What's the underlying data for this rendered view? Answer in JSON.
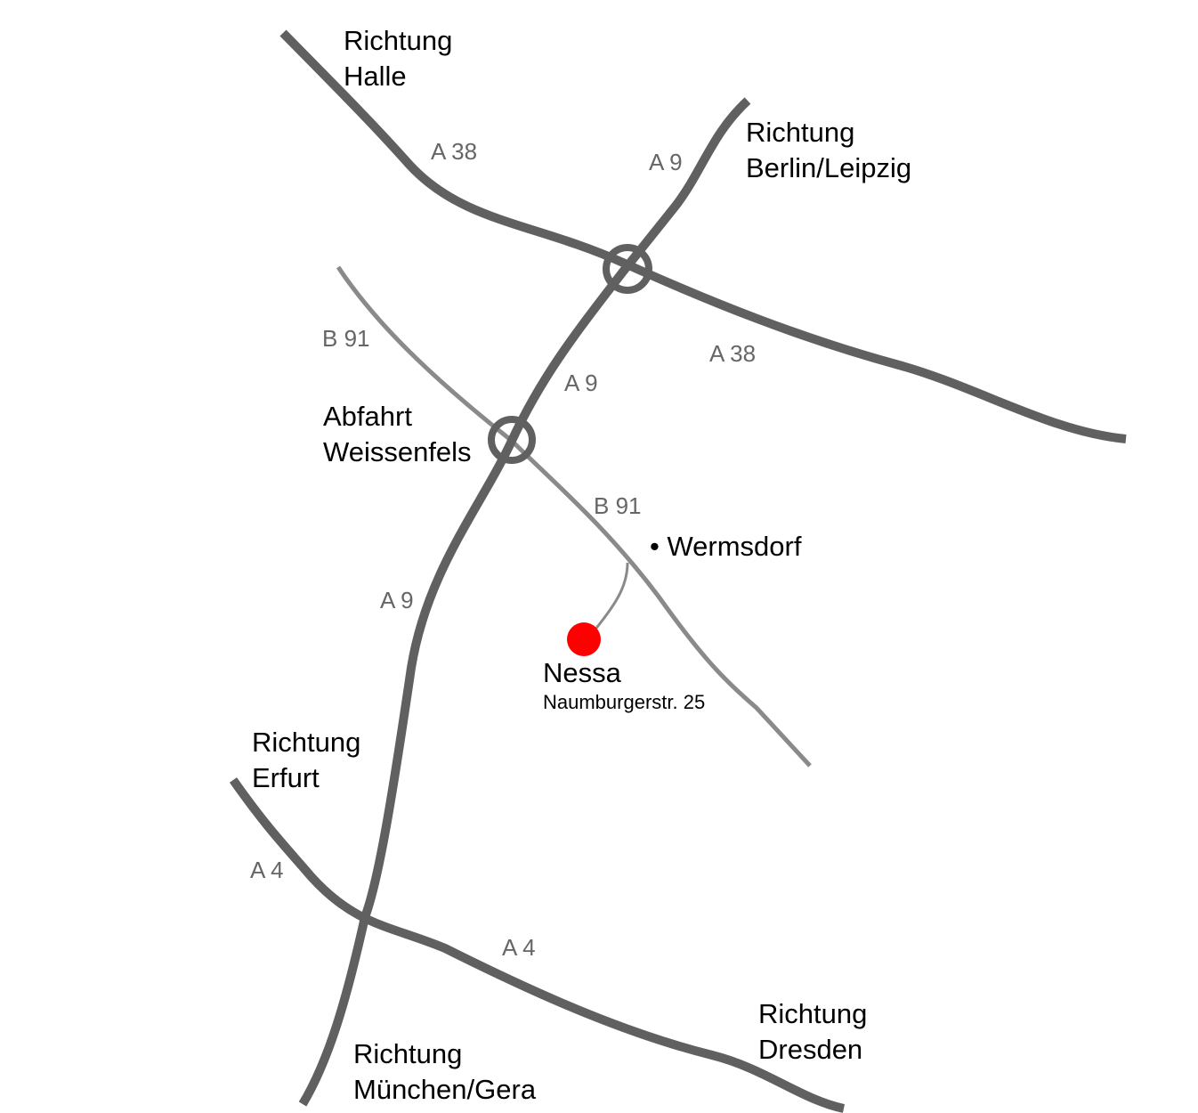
{
  "colors": {
    "motorway": "#606060",
    "federal_road": "#8a8a8a",
    "marker": "#ff0000"
  },
  "directions": {
    "halle": [
      "Richtung",
      "Halle"
    ],
    "berlin": [
      "Richtung",
      "Berlin/Leipzig"
    ],
    "erfurt": [
      "Richtung",
      "Erfurt"
    ],
    "dresden": [
      "Richtung",
      "Dresden"
    ],
    "muenchen": [
      "Richtung",
      "München/Gera"
    ]
  },
  "exit": [
    "Abfahrt",
    "Weissenfels"
  ],
  "town": "• Wermsdorf",
  "destination": {
    "name": "Nessa",
    "address": "Naumburgerstr. 25"
  },
  "road_labels": {
    "a38_west": "A 38",
    "a38_east": "A 38",
    "a9_north": "A 9",
    "a9_mid": "A 9",
    "a9_south": "A 9",
    "b91_north": "B 91",
    "b91_south": "B 91",
    "a4_west": "A 4",
    "a4_east": "A 4"
  }
}
